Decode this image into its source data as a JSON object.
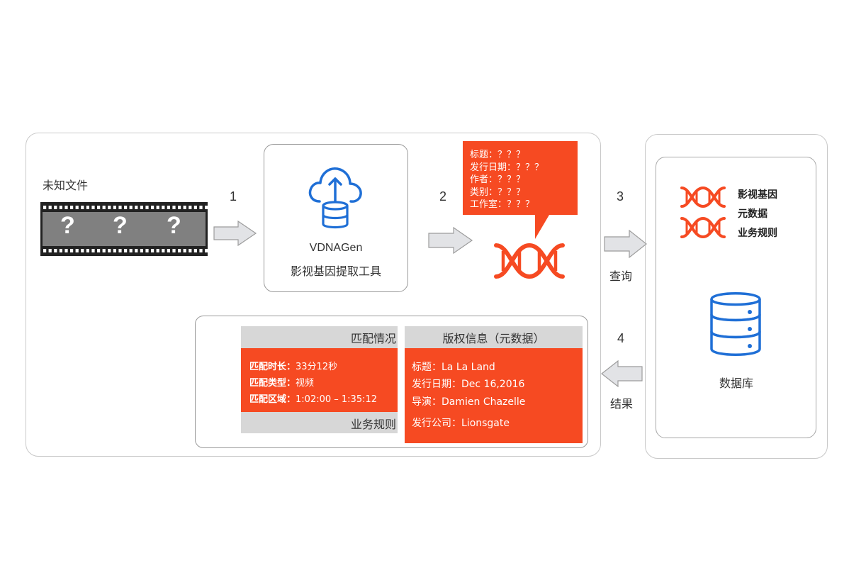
{
  "unknown_file": {
    "label": "未知文件",
    "marks": [
      "?",
      "?",
      "?"
    ]
  },
  "steps": [
    "1",
    "2",
    "3",
    "4"
  ],
  "tool": {
    "name": "VDNAGen",
    "desc": "影视基因提取工具"
  },
  "bubble": {
    "lines": [
      "标题：？？？",
      "发行日期：？？？",
      "作者：？？？",
      "类别：？？？",
      "工作室：？？？"
    ]
  },
  "query_label": "查询",
  "result_label": "结果",
  "database": {
    "legend": [
      "影视基因",
      "元数据",
      "业务规则"
    ],
    "label": "数据库"
  },
  "match": {
    "header": "匹配情况",
    "footer": "业务规则",
    "rows": [
      {
        "key": "匹配时长：",
        "value": "33分12秒"
      },
      {
        "key": "匹配类型：",
        "value": "视频"
      },
      {
        "key": "匹配区域：",
        "value": "1:02:00 – 1:35:12"
      }
    ]
  },
  "copyright": {
    "header": "版权信息（元数据）",
    "lines": [
      "标题：La La Land",
      "发行日期：Dec 16,2016",
      "导演：Damien Chazelle",
      "发行公司：Lionsgate"
    ]
  },
  "colors": {
    "accent": "#f64a22",
    "blue": "#1f6fd6",
    "gray_arrow": "#d9dadd"
  }
}
